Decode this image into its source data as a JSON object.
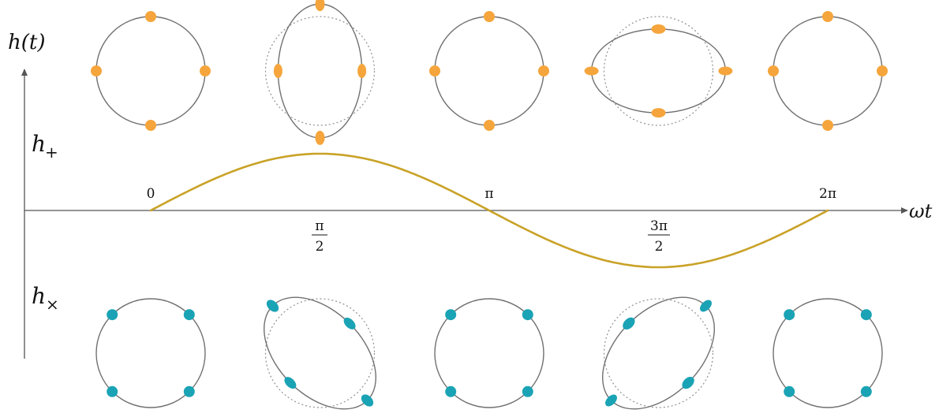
{
  "labels": {
    "y_axis": "h(t)",
    "x_axis": "ωt",
    "plus_row": "h",
    "plus_sub": "+",
    "cross_row": "h",
    "cross_sub": "×"
  },
  "ticks_above": [
    "0",
    "π",
    "2π"
  ],
  "ticks_below": [
    {
      "num": "π",
      "den": "2"
    },
    {
      "num": "3π",
      "den": "2"
    }
  ],
  "colors": {
    "plus_particle": "#f5a53c",
    "cross_particle": "#1aa3b5",
    "ring": "#707070",
    "reference_ring": "#909090",
    "wave": "#c9a227",
    "axis": "#555555"
  },
  "particle_rings": {
    "plus": [
      {
        "phase": "0",
        "deformation": 0
      },
      {
        "phase": "π/2",
        "deformation": 1
      },
      {
        "phase": "π",
        "deformation": 0
      },
      {
        "phase": "3π/2",
        "deformation": -1
      },
      {
        "phase": "2π",
        "deformation": 0
      }
    ],
    "cross": [
      {
        "phase": "0",
        "deformation": 0
      },
      {
        "phase": "π/2",
        "deformation": 1
      },
      {
        "phase": "π",
        "deformation": 0
      },
      {
        "phase": "3π/2",
        "deformation": -1
      },
      {
        "phase": "2π",
        "deformation": 0
      }
    ]
  }
}
